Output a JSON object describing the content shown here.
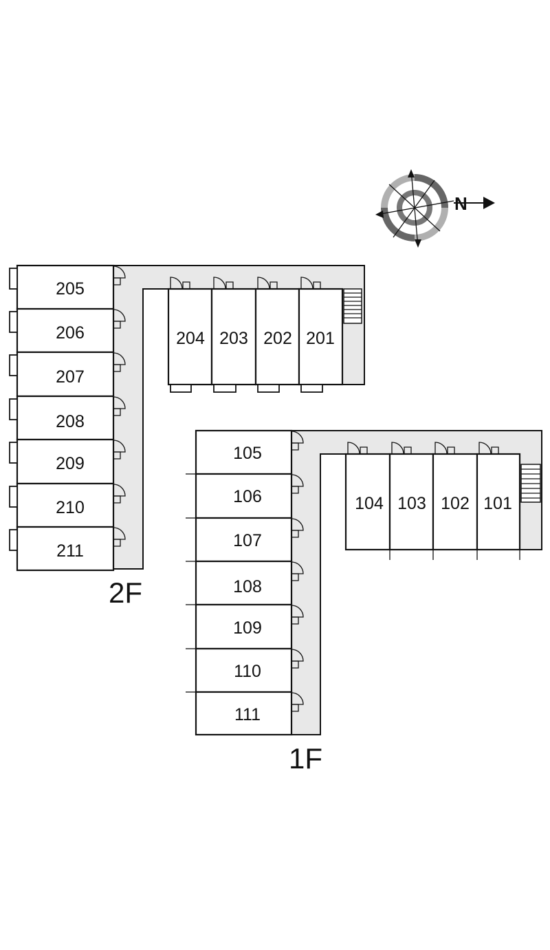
{
  "compass": {
    "north_label": "N",
    "icon": "compass-rose-icon"
  },
  "floor2": {
    "label": "2F",
    "top_row": [
      "204",
      "203",
      "202",
      "201"
    ],
    "left_column": [
      "205",
      "206",
      "207",
      "208",
      "209",
      "210",
      "211"
    ]
  },
  "floor1": {
    "label": "1F",
    "top_row": [
      "104",
      "103",
      "102",
      "101"
    ],
    "left_column": [
      "105",
      "106",
      "107",
      "108",
      "109",
      "110",
      "111"
    ]
  },
  "colors": {
    "corridor": "#e8e8e8",
    "lines": "#111111",
    "compass_ring": "#b0b0b0"
  }
}
